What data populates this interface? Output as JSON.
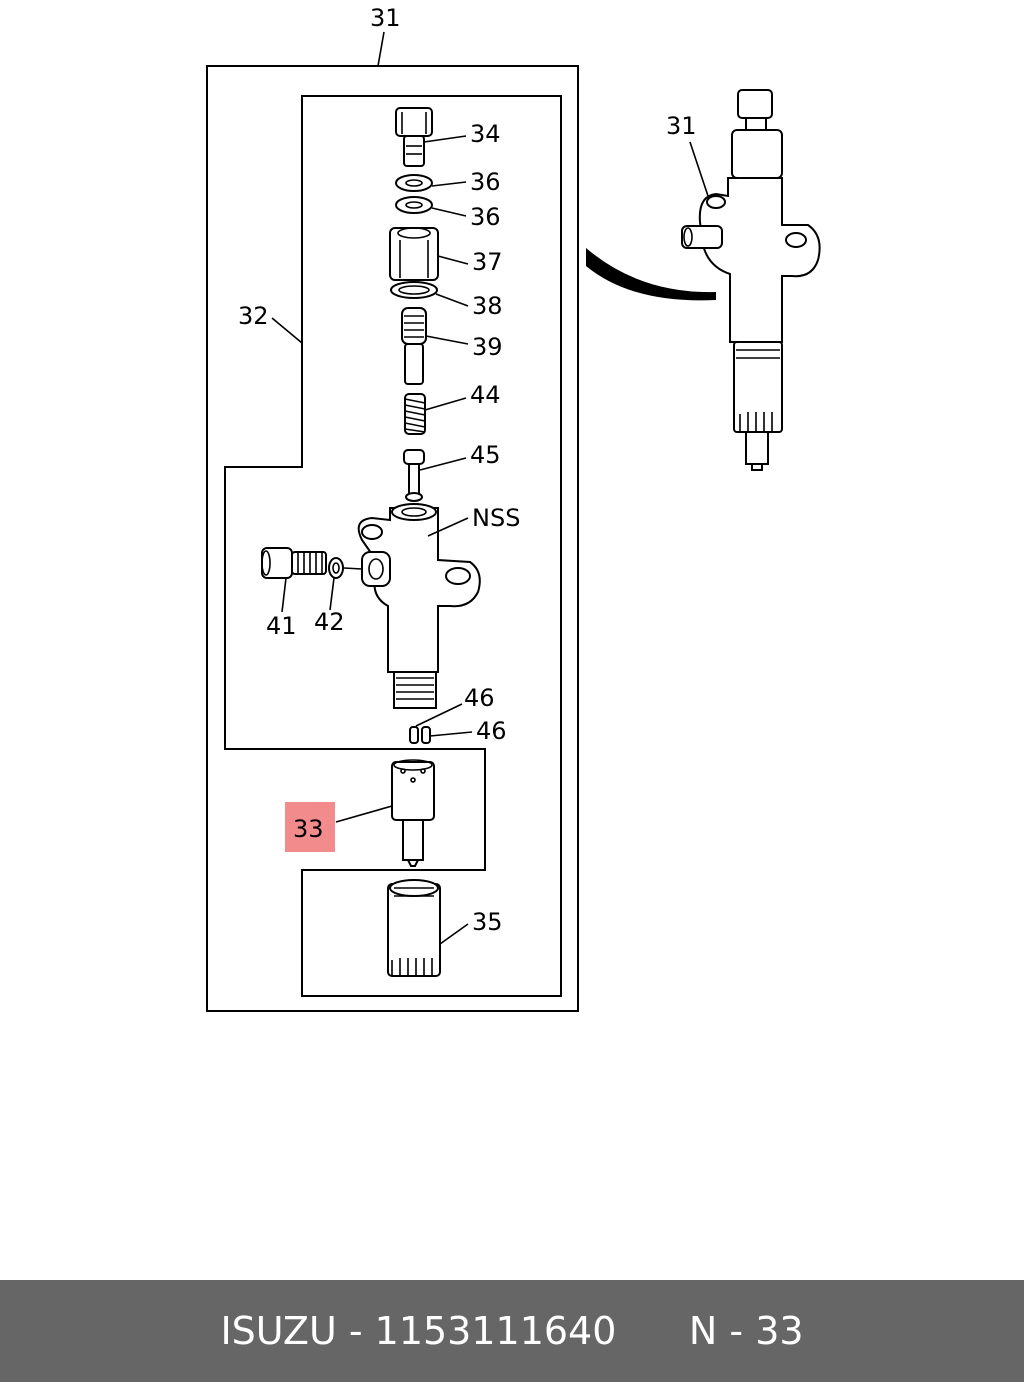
{
  "diagram": {
    "callouts": [
      "31",
      "32",
      "33",
      "34",
      "36",
      "36",
      "37",
      "38",
      "39",
      "44",
      "45",
      "NSS",
      "41",
      "42",
      "46",
      "46",
      "35",
      "31"
    ],
    "highlight_color": "#f28b8b"
  },
  "footer": {
    "brand": "ISUZU",
    "separator": " - ",
    "part_number": "1153111640",
    "ref": "N - 33",
    "background": "#666666"
  }
}
